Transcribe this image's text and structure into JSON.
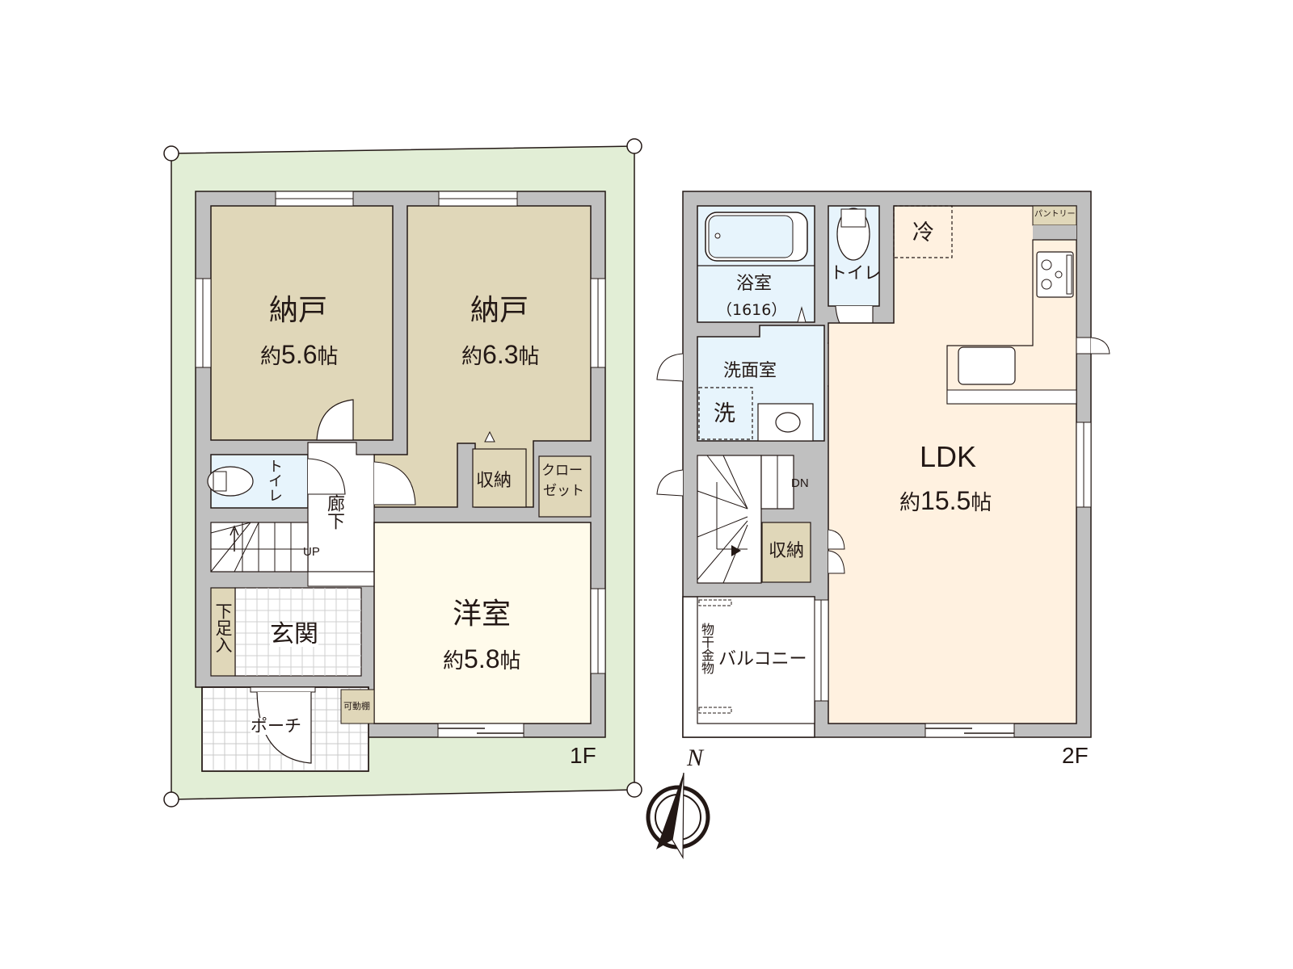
{
  "colors": {
    "site": "#e2eed6",
    "wall": "#c0c0c0",
    "storeroom": "#e0d7b9",
    "western_room": "#fffbeb",
    "wet_area": "#e7f4fc",
    "ldk": "#fff1e0",
    "storage": "#e0d7b9",
    "outline": "#231815"
  },
  "floor1": {
    "label": "1F",
    "rooms": {
      "storeroom_a": {
        "name": "納戸",
        "prefix": "約",
        "size": "5.6",
        "unit": "帖"
      },
      "storeroom_b": {
        "name": "納戸",
        "prefix": "約",
        "size": "6.3",
        "unit": "帖"
      },
      "western_room": {
        "name": "洋室",
        "prefix": "約",
        "size": "5.8",
        "unit": "帖"
      },
      "toilet": {
        "name": "トイレ"
      },
      "hallway": {
        "name": "廊下"
      },
      "stairs_up": {
        "name": "UP"
      },
      "storage": {
        "name": "収納"
      },
      "closet": {
        "name": "クローゼット",
        "line1": "クロー",
        "line2": "ゼット"
      },
      "entrance": {
        "name": "玄関"
      },
      "shoe_box": {
        "name": "下足入"
      },
      "adjustable_shelf": {
        "name": "可動棚"
      },
      "porch": {
        "name": "ポーチ"
      }
    }
  },
  "floor2": {
    "label": "2F",
    "rooms": {
      "ldk": {
        "name": "LDK",
        "prefix": "約",
        "size": "15.5",
        "unit": "帖"
      },
      "bathroom": {
        "name": "浴室",
        "spec": "（1616）"
      },
      "toilet": {
        "name": "トイレ"
      },
      "washroom": {
        "name": "洗面室"
      },
      "washer": {
        "name": "洗"
      },
      "fridge": {
        "name": "冷"
      },
      "pantry": {
        "name": "パントリー"
      },
      "stairs_down": {
        "name": "DN"
      },
      "storage": {
        "name": "収納"
      },
      "balcony": {
        "name": "バルコニー"
      },
      "clothes_hanger": {
        "name": "物干金物"
      }
    }
  },
  "compass": {
    "north_label": "N"
  }
}
